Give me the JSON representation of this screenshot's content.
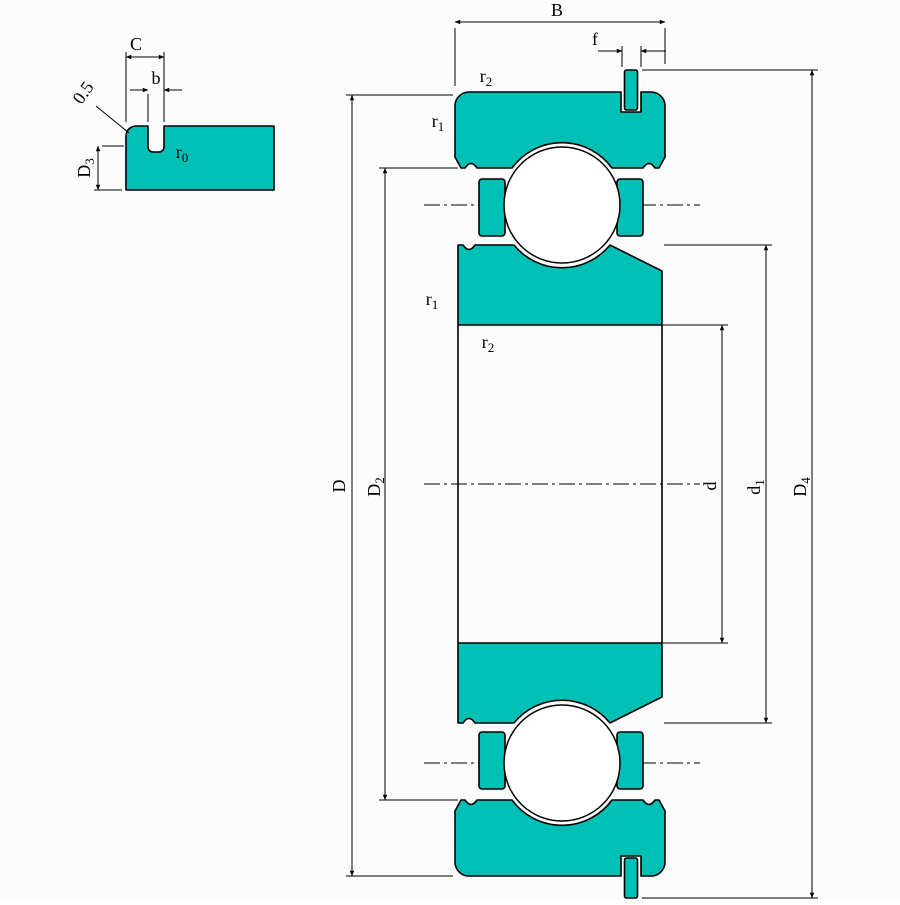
{
  "drawing": {
    "title": "ball-bearing-with-snap-ring-cross-section",
    "colors": {
      "fill": "#00BFB4",
      "line": "#000000",
      "background": "#fcfcfc"
    }
  },
  "labels": {
    "B": "B",
    "f": "f",
    "C": "C",
    "b": "b",
    "chamfer": "0.5",
    "D": "D",
    "d": "d",
    "r0": {
      "base": "r",
      "sub": "0"
    },
    "r1": {
      "base": "r",
      "sub": "1"
    },
    "r2": {
      "base": "r",
      "sub": "2"
    },
    "D2": {
      "base": "D",
      "sub": "2"
    },
    "D3": {
      "base": "D",
      "sub": "3"
    },
    "D4": {
      "base": "D",
      "sub": "4"
    },
    "d1": {
      "base": "d",
      "sub": "1"
    }
  }
}
